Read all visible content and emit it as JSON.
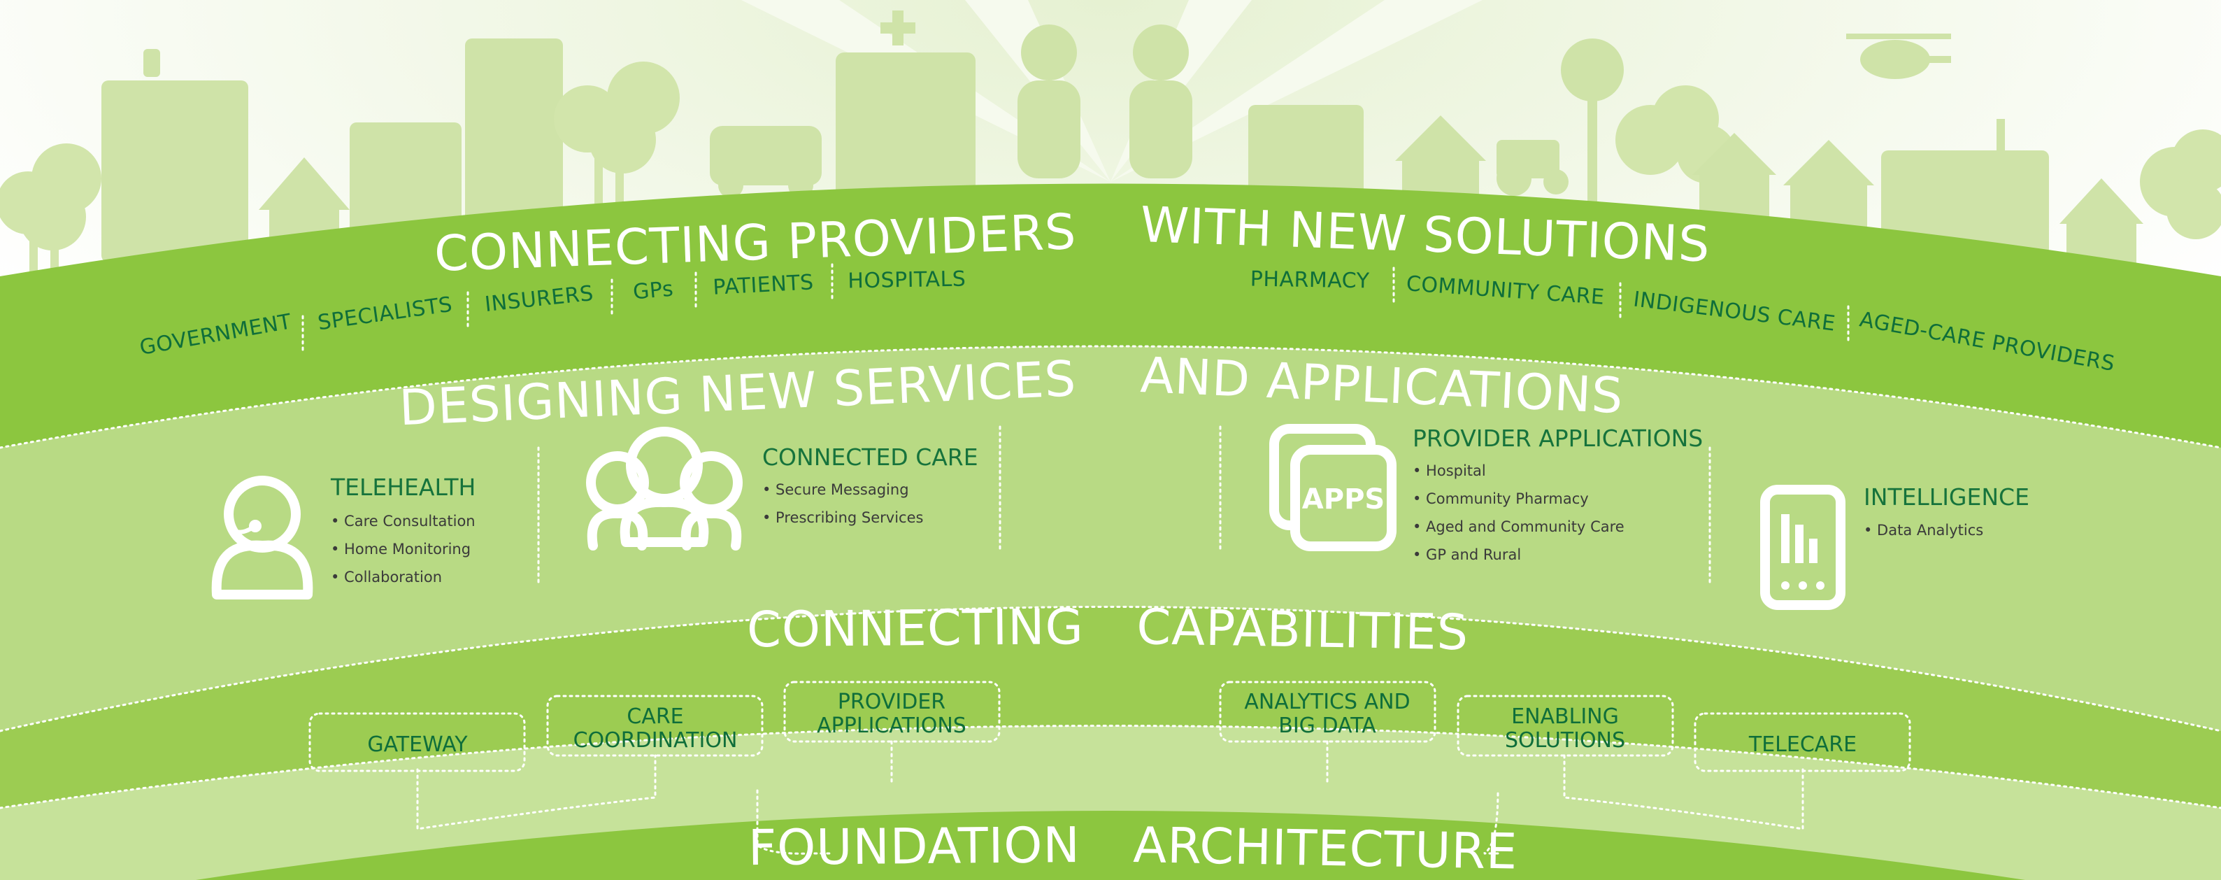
{
  "colors": {
    "band1": "#8cc63f",
    "band2": "#b8da84",
    "band3": "#9ccc52",
    "band4": "#c6e29a",
    "band5": "#8cc63f",
    "skyline": "#cfe3a8",
    "provider_text": "#0f6e3a",
    "heading_text": "#ffffff"
  },
  "headings": {
    "connecting_providers": "CONNECTING PROVIDERS",
    "with_new_solutions": "WITH NEW SOLUTIONS",
    "designing_new_services": "DESIGNING NEW SERVICES",
    "and_applications": "AND APPLICATIONS",
    "connecting": "CONNECTING",
    "capabilities": "CAPABILITIES",
    "foundation": "FOUNDATION",
    "architecture": "ARCHITECTURE"
  },
  "providers": [
    "GOVERNMENT",
    "SPECIALISTS",
    "INSURERS",
    "GPs",
    "PATIENTS",
    "HOSPITALS",
    "PHARMACY",
    "COMMUNITY CARE",
    "INDIGENOUS CARE",
    "AGED-CARE PROVIDERS"
  ],
  "services": [
    {
      "title": "TELEHEALTH",
      "icon": "headset-user-icon",
      "bullets": [
        "• Care Consultation",
        "• Home Monitoring",
        "• Collaboration"
      ]
    },
    {
      "title": "CONNECTED CARE",
      "icon": "group-of-people-icon",
      "bullets": [
        "• Secure Messaging",
        "• Prescribing Services"
      ]
    },
    {
      "title": "PROVIDER APPLICATIONS",
      "icon": "apps-icon",
      "icon_label": "APPS",
      "bullets": [
        "• Hospital",
        "• Community Pharmacy",
        "• Aged and Community Care",
        "• GP and Rural"
      ]
    },
    {
      "title": "INTELLIGENCE",
      "icon": "tablet-chart-icon",
      "bullets": [
        "• Data Analytics"
      ]
    }
  ],
  "capabilities": [
    {
      "lines": [
        "GATEWAY"
      ]
    },
    {
      "lines": [
        "CARE",
        "COORDINATION"
      ]
    },
    {
      "lines": [
        "PROVIDER",
        "APPLICATIONS"
      ]
    },
    {
      "lines": [
        "ANALYTICS AND",
        "BIG DATA"
      ]
    },
    {
      "lines": [
        "ENABLING",
        "SOLUTIONS"
      ]
    },
    {
      "lines": [
        "TELECARE"
      ]
    }
  ]
}
